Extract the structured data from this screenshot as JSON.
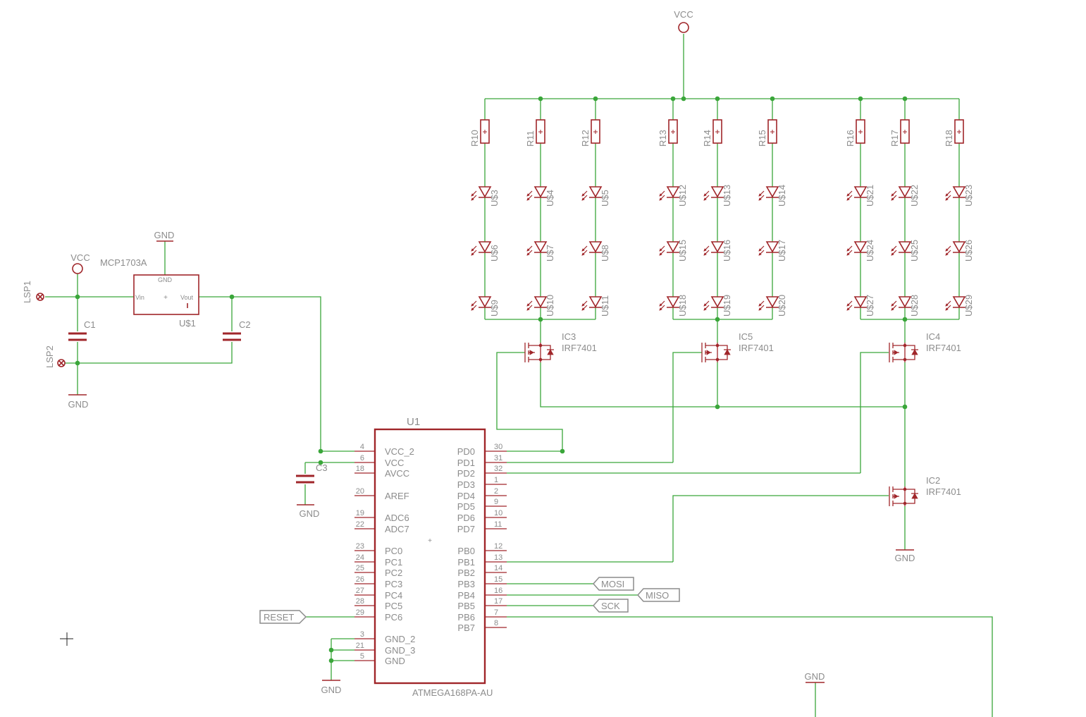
{
  "power": {
    "vcc_top": "VCC",
    "vcc_left": "VCC",
    "gnd": "GND"
  },
  "regulator": {
    "part": "MCP1703A",
    "name": "U$1",
    "pin_gnd": "GND",
    "pin_vin": "Vin",
    "pin_vout": "Vout"
  },
  "connectors": [
    "LSP1",
    "LSP2"
  ],
  "capacitors": [
    "C1",
    "C2",
    "C3"
  ],
  "resistors": [
    "R10",
    "R11",
    "R12",
    "R13",
    "R14",
    "R15",
    "R16",
    "R17",
    "R18"
  ],
  "leds": [
    [
      "U$3",
      "U$4",
      "U$5",
      "U$12",
      "U$13",
      "U$14",
      "U$21",
      "U$22",
      "U$23"
    ],
    [
      "U$6",
      "U$7",
      "U$8",
      "U$15",
      "U$16",
      "U$17",
      "U$24",
      "U$25",
      "U$26"
    ],
    [
      "U$9",
      "U$10",
      "U$11",
      "U$18",
      "U$19",
      "U$20",
      "U$27",
      "U$28",
      "U$29"
    ]
  ],
  "mosfets": [
    {
      "name": "IC3",
      "part": "IRF7401"
    },
    {
      "name": "IC5",
      "part": "IRF7401"
    },
    {
      "name": "IC4",
      "part": "IRF7401"
    },
    {
      "name": "IC2",
      "part": "IRF7401"
    }
  ],
  "mcu": {
    "name": "U1",
    "part": "ATMEGA168PA-AU",
    "left_pins": [
      {
        "num": "4",
        "name": "VCC_2"
      },
      {
        "num": "6",
        "name": "VCC"
      },
      {
        "num": "18",
        "name": "AVCC"
      },
      {
        "num": "20",
        "name": "AREF"
      },
      {
        "num": "19",
        "name": "ADC6"
      },
      {
        "num": "22",
        "name": "ADC7"
      },
      {
        "num": "23",
        "name": "PC0"
      },
      {
        "num": "24",
        "name": "PC1"
      },
      {
        "num": "25",
        "name": "PC2"
      },
      {
        "num": "26",
        "name": "PC3"
      },
      {
        "num": "27",
        "name": "PC4"
      },
      {
        "num": "28",
        "name": "PC5"
      },
      {
        "num": "29",
        "name": "PC6"
      },
      {
        "num": "3",
        "name": "GND_2"
      },
      {
        "num": "21",
        "name": "GND_3"
      },
      {
        "num": "5",
        "name": "GND"
      }
    ],
    "right_pins": [
      {
        "num": "30",
        "name": "PD0"
      },
      {
        "num": "31",
        "name": "PD1"
      },
      {
        "num": "32",
        "name": "PD2"
      },
      {
        "num": "1",
        "name": "PD3"
      },
      {
        "num": "2",
        "name": "PD4"
      },
      {
        "num": "9",
        "name": "PD5"
      },
      {
        "num": "10",
        "name": "PD6"
      },
      {
        "num": "11",
        "name": "PD7"
      },
      {
        "num": "12",
        "name": "PB0"
      },
      {
        "num": "13",
        "name": "PB1"
      },
      {
        "num": "14",
        "name": "PB2"
      },
      {
        "num": "15",
        "name": "PB3"
      },
      {
        "num": "16",
        "name": "PB4"
      },
      {
        "num": "17",
        "name": "PB5"
      },
      {
        "num": "7",
        "name": "PB6"
      },
      {
        "num": "8",
        "name": "PB7"
      }
    ]
  },
  "net_labels": {
    "mosi": "MOSI",
    "miso": "MISO",
    "sck": "SCK",
    "reset": "RESET"
  }
}
